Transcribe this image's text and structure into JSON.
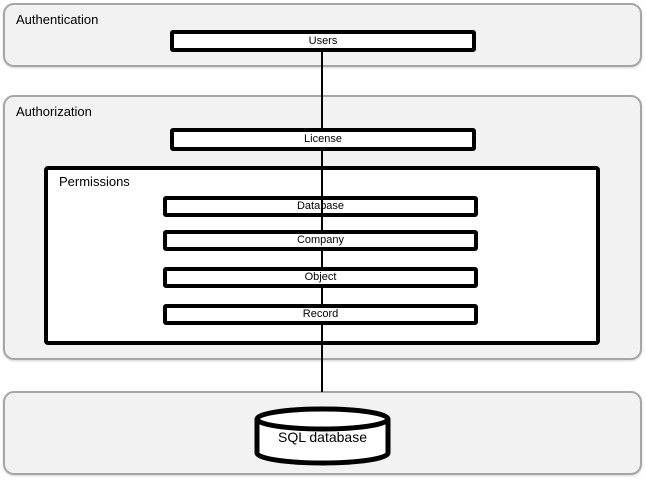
{
  "colors": {
    "background": "#ffffff",
    "container-fill": "#f2f2f2",
    "container-border": "#a6a6a6",
    "node-fill": "#ffffff",
    "node-border": "#000000",
    "connector": "#000000",
    "text": "#000000"
  },
  "diagram": {
    "authentication": {
      "label": "Authentication",
      "users": {
        "label": "Users"
      }
    },
    "authorization": {
      "label": "Authorization",
      "license": {
        "label": "License"
      },
      "permissions": {
        "label": "Permissions",
        "levels": [
          {
            "label": "Database"
          },
          {
            "label": "Company"
          },
          {
            "label": "Object"
          },
          {
            "label": "Record"
          }
        ]
      }
    },
    "storage": {
      "database": {
        "label": "SQL database"
      }
    }
  }
}
